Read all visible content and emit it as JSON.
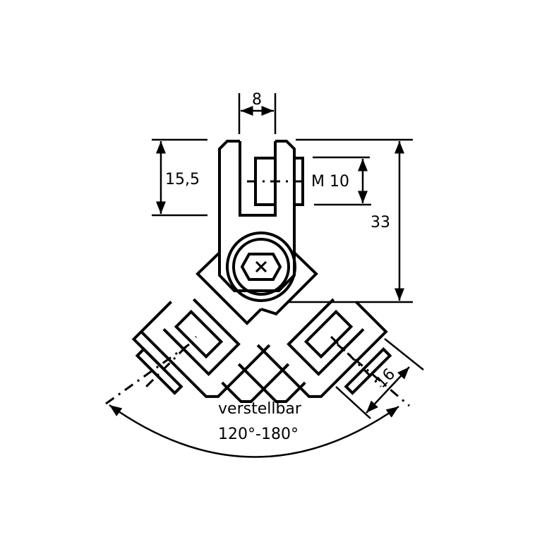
{
  "diagram": {
    "type": "technical-drawing",
    "subject": "adjustable fork joint / clevis connector",
    "dimensions": {
      "slot_width": "8",
      "fork_height": "15,5",
      "thread": "M 10",
      "total_height": "33",
      "arm_width": "16"
    },
    "annotation": {
      "line1": "verstellbar",
      "line2": "120°-180°"
    },
    "colors": {
      "line": "#000000",
      "background": "#ffffff"
    }
  }
}
